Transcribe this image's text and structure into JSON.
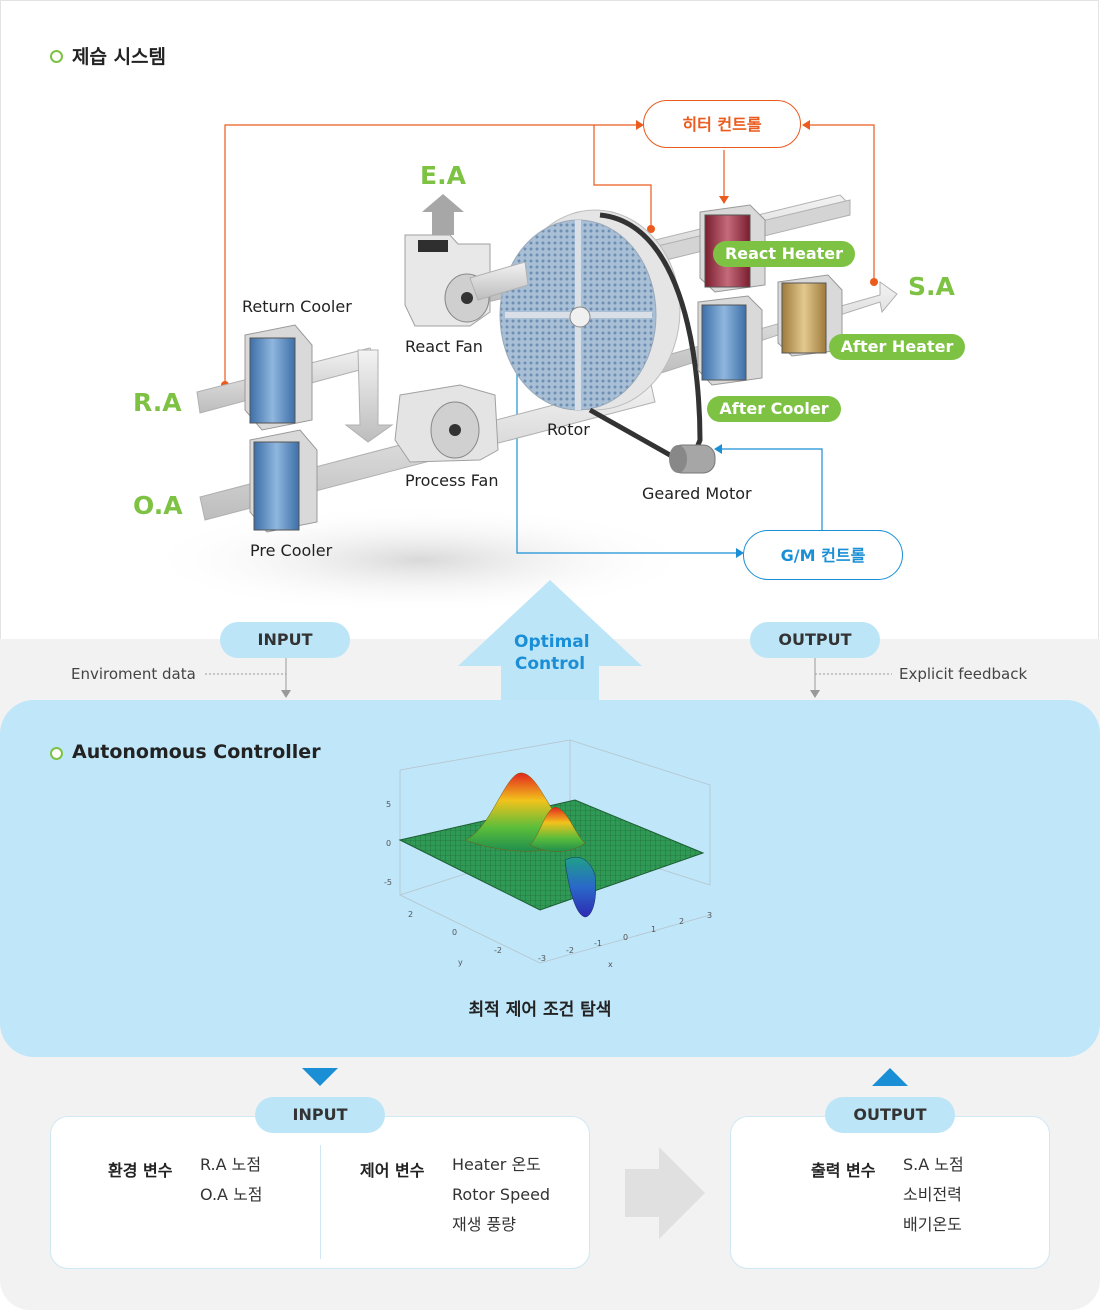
{
  "system": {
    "title": "제습 시스템",
    "heater_control": "히터 컨트롤",
    "gm_control": "G/M 컨트롤",
    "labels": {
      "ea": "E.A",
      "sa": "S.A",
      "ra": "R.A",
      "oa": "O.A",
      "return_cooler": "Return Cooler",
      "react_fan": "React Fan",
      "rotor": "Rotor",
      "process_fan": "Process Fan",
      "pre_cooler": "Pre Cooler",
      "geared_motor": "Geared Motor",
      "react_heater": "React Heater",
      "after_heater": "After Heater",
      "after_cooler": "After Cooler"
    },
    "colors": {
      "accent_green": "#7dc243",
      "heater_orange": "#ea5b1d",
      "control_blue": "#1a8fd6"
    }
  },
  "flow": {
    "input_label": "INPUT",
    "output_label": "OUTPUT",
    "environment_data": "Enviroment data",
    "explicit_feedback": "Explicit feedback",
    "optimal_control_line1": "Optimal",
    "optimal_control_line2": "Control"
  },
  "controller": {
    "title": "Autonomous Controller",
    "caption": "최적 제어 조건 탐색",
    "plot_ticks": {
      "z": [
        "5",
        "0",
        "-5"
      ],
      "y": [
        "2",
        "0",
        "-2"
      ],
      "x": [
        "-3",
        "-2",
        "-1",
        "0",
        "1",
        "2",
        "3"
      ],
      "x_label": "x",
      "y_label": "y"
    }
  },
  "bottom": {
    "input_label": "INPUT",
    "output_label": "OUTPUT",
    "env_var_label": "환경 변수",
    "env_vars": [
      "R.A 노점",
      "O.A 노점"
    ],
    "ctrl_var_label": "제어 변수",
    "ctrl_vars": [
      "Heater 온도",
      "Rotor Speed",
      "재생 풍량"
    ],
    "out_var_label": "출력 변수",
    "out_vars": [
      "S.A 노점",
      "소비전력",
      "배기온도"
    ]
  }
}
